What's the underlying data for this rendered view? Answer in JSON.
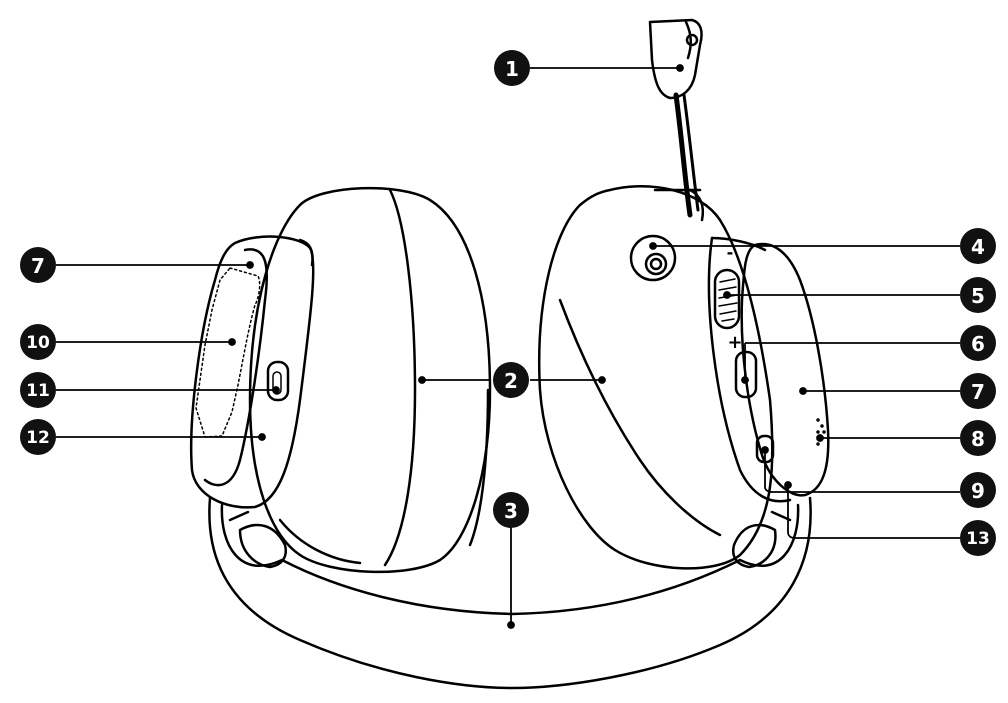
{
  "diagram": {
    "type": "headset-parts-callout",
    "colors": {
      "ink": "#000000",
      "paper": "#ffffff",
      "callout_fill": "#111111",
      "callout_text": "#ffffff"
    },
    "callouts": [
      {
        "id": "c1",
        "label": "1"
      },
      {
        "id": "c2",
        "label": "2"
      },
      {
        "id": "c3",
        "label": "3"
      },
      {
        "id": "c4",
        "label": "4"
      },
      {
        "id": "c5",
        "label": "5"
      },
      {
        "id": "c6",
        "label": "6"
      },
      {
        "id": "c7r",
        "label": "7"
      },
      {
        "id": "c8",
        "label": "8"
      },
      {
        "id": "c9",
        "label": "9"
      },
      {
        "id": "c13",
        "label": "13"
      },
      {
        "id": "c7l",
        "label": "7"
      },
      {
        "id": "c10",
        "label": "10"
      },
      {
        "id": "c11",
        "label": "11"
      },
      {
        "id": "c12",
        "label": "12"
      }
    ],
    "volume_marks": {
      "minus": "-",
      "plus": "+"
    }
  }
}
